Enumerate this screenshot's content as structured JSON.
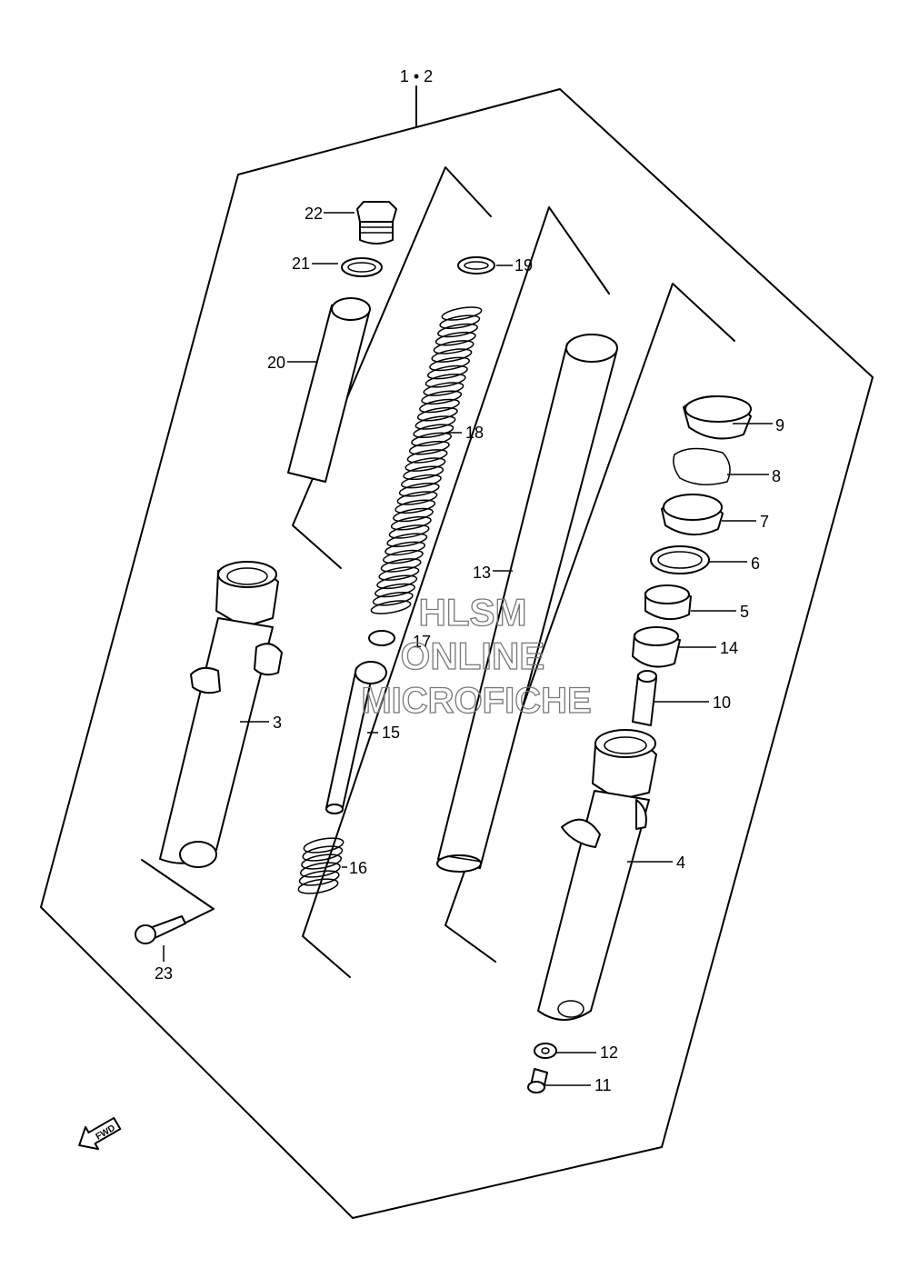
{
  "assembly_label": "1 • 2",
  "watermark": {
    "line1": "HLSM",
    "line2": "ONLINE",
    "line3": "MICROFICHE"
  },
  "fwd_label": "FWD",
  "parts": {
    "p3": "3",
    "p4": "4",
    "p5": "5",
    "p6": "6",
    "p7": "7",
    "p8": "8",
    "p9": "9",
    "p10": "10",
    "p11": "11",
    "p12": "12",
    "p13": "13",
    "p14": "14",
    "p15": "15",
    "p16": "16",
    "p17": "17",
    "p18": "18",
    "p19": "19",
    "p20": "20",
    "p21": "21",
    "p22": "22",
    "p23": "23"
  }
}
